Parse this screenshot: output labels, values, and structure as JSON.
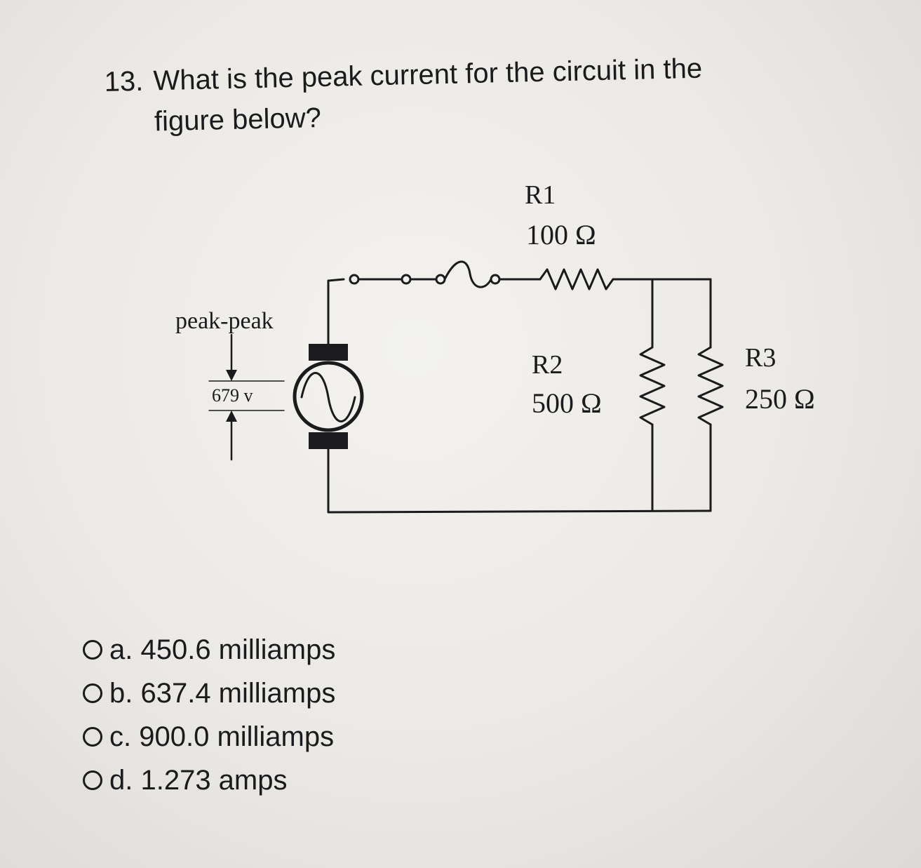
{
  "question": {
    "number": "13.",
    "text_line1": "What is the peak current for the circuit in the",
    "text_line2": "figure below?"
  },
  "diagram": {
    "source_label": "peak-peak",
    "source_voltage": "679 v",
    "r1_name": "R1",
    "r1_value": "100 Ω",
    "r2_name": "R2",
    "r2_value": "500 Ω",
    "r3_name": "R3",
    "r3_value": "250 Ω"
  },
  "options": [
    {
      "label": "a. 450.6 milliamps"
    },
    {
      "label": "b. 637.4 milliamps"
    },
    {
      "label": "c. 900.0 milliamps"
    },
    {
      "label": "d. 1.273 amps"
    }
  ]
}
